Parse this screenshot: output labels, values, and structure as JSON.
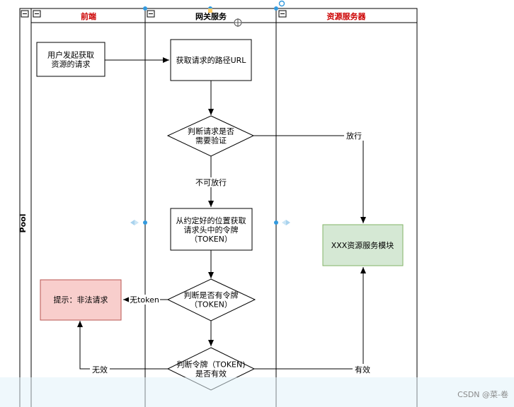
{
  "pool": {
    "label": "Pool"
  },
  "lanes": [
    {
      "title": "前端",
      "title_color": "#cc0000"
    },
    {
      "title": "网关服务",
      "title_color": "#000000"
    },
    {
      "title": "资源服务器",
      "title_color": "#cc0000"
    }
  ],
  "nodes": {
    "user_request": "用户发起获取\n资源的请求",
    "get_url": "获取请求的路径URL",
    "need_auth": "判断请求是否\n需要验证",
    "get_token": "从约定好的位置获取\n请求头中的令牌\n（TOKEN）",
    "resource_module": "XXX资源服务模块",
    "illegal": "提示：非法请求",
    "has_token": "判断是否有令牌\n（TOKEN）",
    "token_valid": "判断令牌（TOKEN)\n是否有效"
  },
  "edge_labels": {
    "pass": "放行",
    "not_pass": "不可放行",
    "no_token": "无token",
    "invalid": "无效",
    "valid": "有效"
  },
  "colors": {
    "illegal_fill": "#f8cecc",
    "illegal_stroke": "#b85450",
    "resource_fill": "#d5e8d4",
    "resource_stroke": "#82b366",
    "handle": "#3399dd"
  },
  "watermark": "CSDN @菜-卷"
}
